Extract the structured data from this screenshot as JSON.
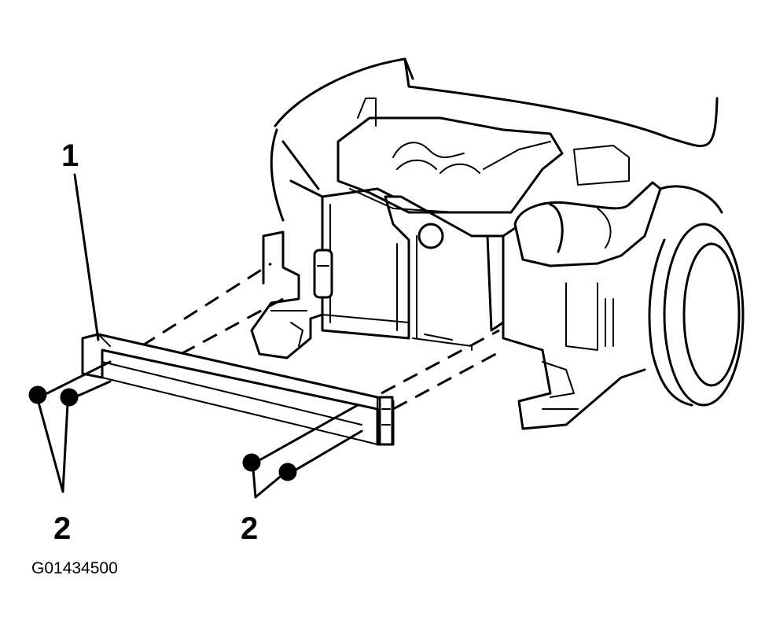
{
  "figure": {
    "callouts": {
      "bar": "1",
      "nuts_left": "2",
      "nuts_right": "2"
    },
    "figure_id": "G01434500"
  },
  "colors": {
    "ink": "#000000",
    "paper": "#ffffff"
  }
}
